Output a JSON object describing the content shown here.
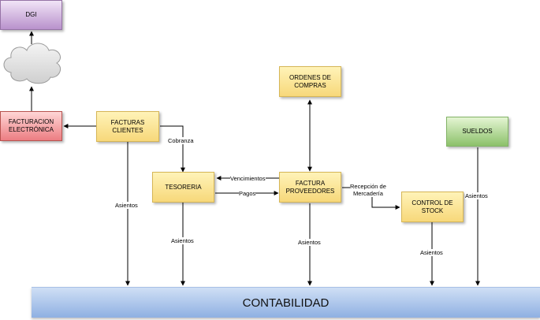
{
  "nodes": {
    "dgi": "DGI",
    "facturacion": "FACTURACION\nELECTRÓNICA",
    "facturas_clientes": "FACTURAS\nCLIENTES",
    "ordenes_compras": "ORDENES DE\nCOMPRAS",
    "sueldos": "SUELDOS",
    "tesoreria": "TESORERIA",
    "factura_proveedores": "FACTURA\nPROVEEDORES",
    "control_stock": "CONTROL DE\nSTOCK",
    "contabilidad": "CONTABILIDAD"
  },
  "edges": {
    "cobranza": "Cobranza",
    "vencimientos": "Vencimientos",
    "pagos": "Pagos",
    "recepcion": "Recepción de\nMercadería",
    "asientos": "Asientos"
  },
  "colors": {
    "line": "#000000",
    "cloud_fill": "#e3e3e3",
    "cloud_stroke": "#9a9a9a"
  }
}
